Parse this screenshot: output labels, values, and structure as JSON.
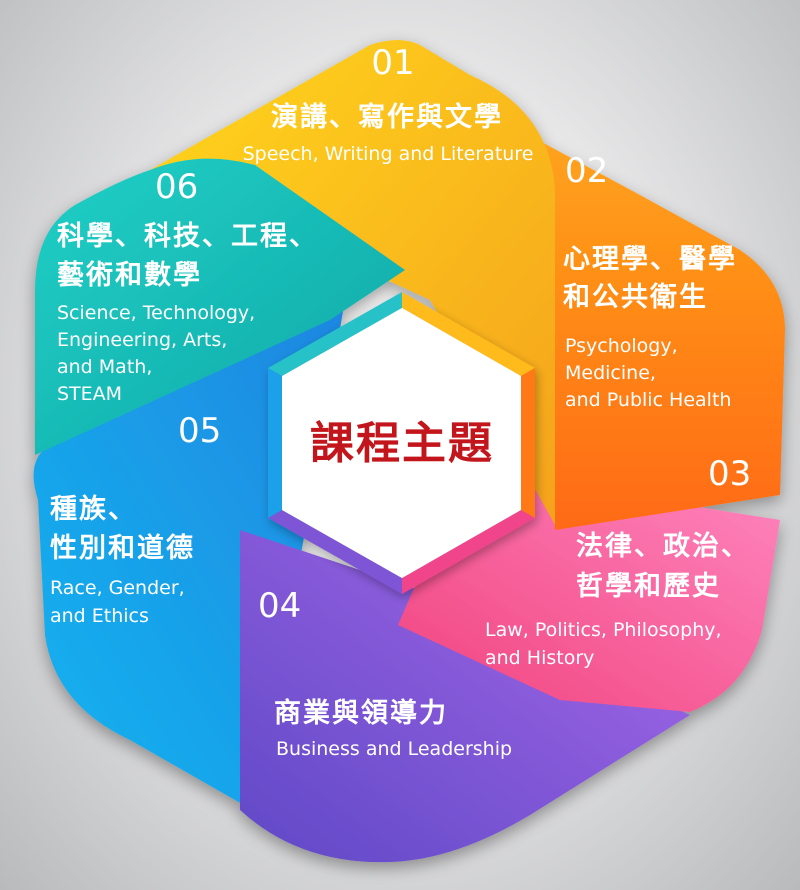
{
  "center": {
    "title": "課程主題"
  },
  "segments": [
    {
      "number": "01",
      "title_zh": [
        "演講、寫作與文學"
      ],
      "title_en": [
        "Speech, Writing and Literature"
      ],
      "color_start": "#ffd21c",
      "color_end": "#f7a81b"
    },
    {
      "number": "02",
      "title_zh": [
        "心理學、醫學",
        "和公共衛生"
      ],
      "title_en": [
        "Psychology,",
        "Medicine,",
        "and Public Health"
      ],
      "color_start": "#ffa21a",
      "color_end": "#ff6c12"
    },
    {
      "number": "03",
      "title_zh": [
        "法律、政治、",
        "哲學和歷史"
      ],
      "title_en": [
        "Law, Politics, Philosophy,",
        "and History"
      ],
      "color_start": "#ff5fa0",
      "color_end": "#f03c7c"
    },
    {
      "number": "04",
      "title_zh": [
        "商業與領導力"
      ],
      "title_en": [
        "Business and Leadership"
      ],
      "color_start": "#9d5ce0",
      "color_end": "#6b4cc9"
    },
    {
      "number": "05",
      "title_zh": [
        "種族、",
        "性別和道德"
      ],
      "title_en": [
        "Race, Gender,",
        "and Ethics"
      ],
      "color_start": "#1fb5ee",
      "color_end": "#1a8ae0"
    },
    {
      "number": "06",
      "title_zh": [
        "科學、科技、工程、",
        "藝術和數學"
      ],
      "title_en": [
        "Science, Technology,",
        "Engineering, Arts,",
        "and Math,",
        "STEAM"
      ],
      "color_start": "#22c9c4",
      "color_end": "#0fa9a3"
    }
  ]
}
